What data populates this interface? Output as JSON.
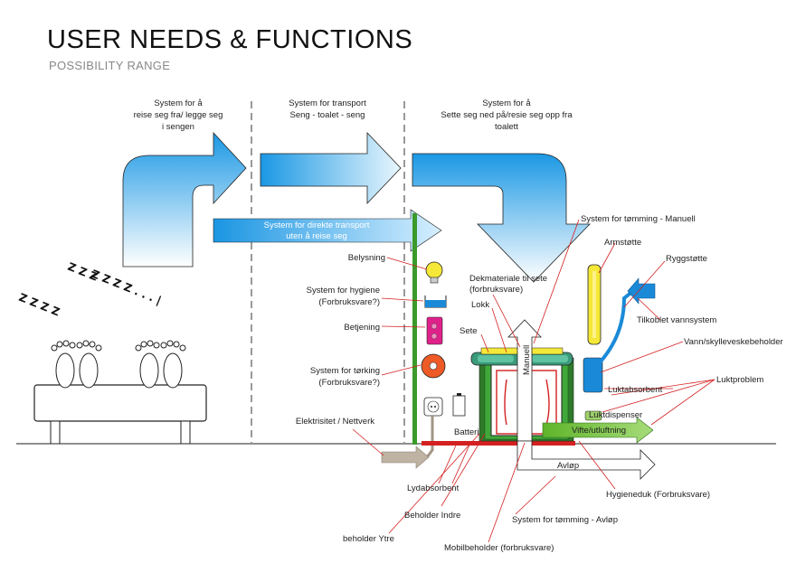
{
  "header": {
    "title": "USER NEEDS & FUNCTIONS",
    "subtitle": "POSSIBILITY RANGE"
  },
  "columns": [
    {
      "lines": [
        "System for å",
        "reise seg fra/ legge seg",
        "i sengen"
      ]
    },
    {
      "lines": [
        "System for transport",
        "Seng - toalet - seng"
      ]
    },
    {
      "lines": [
        "System for å",
        "Sette seg ned på/resie seg opp fra",
        "toalett"
      ]
    }
  ],
  "direct_transport": {
    "lines": [
      "System for direkte transport",
      "uten å reise seg"
    ]
  },
  "sleep": {
    "z1": "Z Z Z Z",
    "z2": "Z Z Z",
    "z3": "Z Z Z Z . . . |"
  },
  "labels": {
    "belysning": "Belysning",
    "hygiene": [
      "System for hygiene",
      "(Forbruksvare?)"
    ],
    "betjening": "Betjening",
    "torking": [
      "System for tørking",
      "(Forbruksvare?)"
    ],
    "elektrisitet": "Elektrisitet / Nettverk",
    "batteri": "Batteri",
    "lydabsorbent": "Lydabsorbent",
    "beholder_indre": "Beholder Indre",
    "beholder_ytre": "beholder Ytre",
    "mobilbeholder": "Mobilbeholder (forbruksvare)",
    "tomming_avlop": "System for tømming - Avløp",
    "hygieneduk": "Hygieneduk (Forbruksvare)",
    "avlop": "Avløp",
    "vifte": "Vifte/utluftning",
    "luktdispenser": "Luktdispenser",
    "luktabsorbent": "Luktabsorbent",
    "luktproblem": "Luktproblem",
    "vannbeholder": "Vann/skylleveskebeholder",
    "vannsystem": "Tilkoblet vannsystem",
    "ryggstotte": "Ryggstøtte",
    "armstotte": "Armstøtte",
    "tomming_manuell": "System for tømming - Manuell",
    "dekmateriale": [
      "Dekmateriale til sete",
      "(forbruksvare)"
    ],
    "lokk": "Lokk",
    "sete": "Sete",
    "manuell": "Manuell"
  },
  "colors": {
    "arrow_blue": "#1fa0e6",
    "pole_green": "#3a9a2a",
    "toilet_green": "#2e9a3a",
    "bulb_yellow": "#f5e838",
    "control_pink": "#e0208a",
    "dryer_orange": "#ee5a25",
    "tank_blue": "#1a8ad8",
    "vent_green": "#78c43c",
    "red_line": "#d42020"
  }
}
